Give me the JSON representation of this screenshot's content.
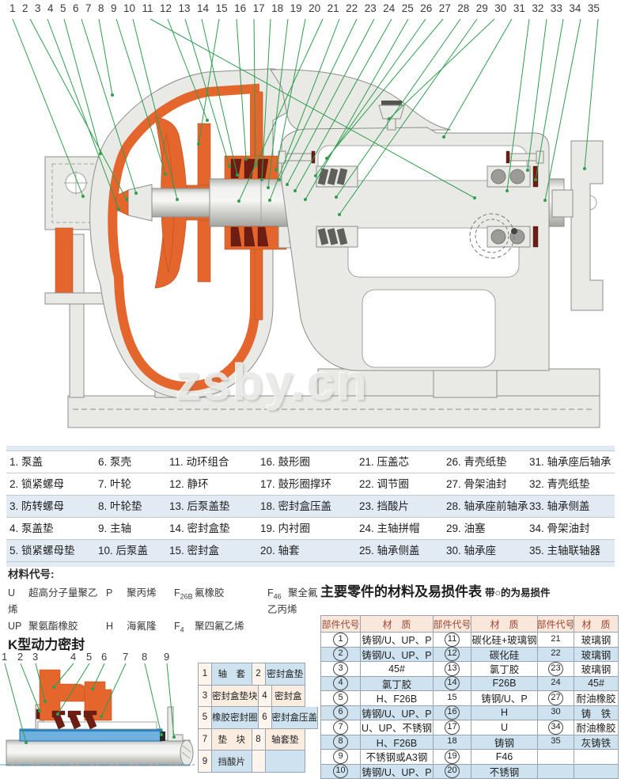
{
  "watermark": "zsby.cn",
  "drawing": {
    "numbers": [
      "1",
      "2",
      "3",
      "4",
      "5",
      "6",
      "7",
      "8",
      "9",
      "10",
      "11",
      "12",
      "13",
      "14",
      "15",
      "16",
      "17",
      "18",
      "19",
      "20",
      "21",
      "22",
      "23",
      "24",
      "25",
      "26",
      "27",
      "28",
      "29",
      "30",
      "31",
      "32",
      "33",
      "34",
      "35"
    ]
  },
  "parts_list": {
    "items": [
      "1. 泵盖",
      "2. 锁紧螺母",
      "3. 防转螺母",
      "4. 泵盖垫",
      "5. 锁紧螺母垫",
      "6. 泵壳",
      "7. 叶轮",
      "8. 叶轮垫",
      "9. 主轴",
      "10. 后泵盖",
      "11. 动环组合",
      "12. 静环",
      "13. 后泵盖垫",
      "14. 密封盒垫",
      "15. 密封盒",
      "16. 鼓形圈",
      "17. 鼓形圈撑环",
      "18. 密封盒压盖",
      "19. 内衬圈",
      "20. 轴套",
      "21. 压盖芯",
      "22. 调节圈",
      "23. 挡酸片",
      "24. 主轴拼帽",
      "25. 轴承侧盖",
      "26. 青壳纸垫",
      "27. 骨架油封",
      "28. 轴承座前轴承",
      "29. 油塞",
      "30. 轴承座",
      "31. 轴承座后轴承",
      "32. 青壳纸垫",
      "33. 轴承侧盖",
      "34. 骨架油封",
      "35. 主轴联轴器"
    ]
  },
  "materials": {
    "title": "材料代号:",
    "items": [
      {
        "sym": "U",
        "sub": "",
        "name": "超高分子量聚乙烯"
      },
      {
        "sym": "P",
        "sub": "",
        "name": "聚丙烯"
      },
      {
        "sym": "F",
        "sub": "26B",
        "name": "氟橡胶"
      },
      {
        "sym": "F",
        "sub": "46",
        "name": "聚全氟乙丙烯"
      },
      {
        "sym": "UP",
        "sub": "",
        "name": "聚氨酯橡胶"
      },
      {
        "sym": "H",
        "sub": "",
        "name": "海氟隆"
      },
      {
        "sym": "F",
        "sub": "4",
        "name": "聚四氟乙烯"
      }
    ]
  },
  "mat_table": {
    "title": "主要零件的材料及易损件表",
    "note": "带○的为易损件",
    "headers": [
      "部件代号",
      "材　质",
      "部件代号",
      "材　质",
      "部件代号",
      "材　质"
    ],
    "rows": [
      [
        {
          "code": "1",
          "circ": true,
          "mat": "铸钢/U、UP、P"
        },
        {
          "code": "11",
          "circ": true,
          "mat": "碳化硅+玻璃钢"
        },
        {
          "code": "21",
          "circ": false,
          "mat": "玻璃钢"
        }
      ],
      [
        {
          "code": "2",
          "circ": true,
          "mat": "铸钢/U、UP、P"
        },
        {
          "code": "12",
          "circ": true,
          "mat": "碳化硅"
        },
        {
          "code": "22",
          "circ": false,
          "mat": "玻璃钢"
        }
      ],
      [
        {
          "code": "3",
          "circ": true,
          "mat": "45#"
        },
        {
          "code": "13",
          "circ": true,
          "mat": "氯丁胶"
        },
        {
          "code": "23",
          "circ": true,
          "mat": "玻璃钢"
        }
      ],
      [
        {
          "code": "4",
          "circ": true,
          "mat": "氯丁胶"
        },
        {
          "code": "14",
          "circ": true,
          "mat": "F26B"
        },
        {
          "code": "24",
          "circ": false,
          "mat": "45#"
        }
      ],
      [
        {
          "code": "5",
          "circ": true,
          "mat": "H、F26B"
        },
        {
          "code": "15",
          "circ": false,
          "mat": "铸钢/U、P"
        },
        {
          "code": "27",
          "circ": true,
          "mat": "耐油橡胶"
        }
      ],
      [
        {
          "code": "6",
          "circ": true,
          "mat": "铸钢/U、UP、P"
        },
        {
          "code": "16",
          "circ": true,
          "mat": "H"
        },
        {
          "code": "30",
          "circ": false,
          "mat": "铸　铁"
        }
      ],
      [
        {
          "code": "7",
          "circ": true,
          "mat": "U、UP、不锈钢"
        },
        {
          "code": "17",
          "circ": true,
          "mat": "U"
        },
        {
          "code": "34",
          "circ": true,
          "mat": "耐油橡胶"
        }
      ],
      [
        {
          "code": "8",
          "circ": true,
          "mat": "H、F26B"
        },
        {
          "code": "18",
          "circ": false,
          "mat": "铸钢"
        },
        {
          "code": "35",
          "circ": false,
          "mat": "灰铸铁"
        }
      ],
      [
        {
          "code": "9",
          "circ": true,
          "mat": "不锈钢或A3钢"
        },
        {
          "code": "19",
          "circ": true,
          "mat": "F46"
        },
        {
          "code": "",
          "circ": false,
          "mat": ""
        }
      ],
      [
        {
          "code": "10",
          "circ": true,
          "mat": "铸钢/U、UP、P"
        },
        {
          "code": "20",
          "circ": true,
          "mat": "不锈钢"
        },
        {
          "code": "",
          "circ": false,
          "mat": ""
        }
      ]
    ]
  },
  "kseal": {
    "title": "K型动力密封",
    "numbers": [
      "1",
      "2",
      "3",
      "4",
      "5",
      "6",
      "7",
      "8",
      "9"
    ],
    "table_rows": [
      [
        {
          "n": "1",
          "t": "轴　套"
        },
        {
          "n": "2",
          "t": "密封盒垫"
        }
      ],
      [
        {
          "n": "3",
          "t": "密封盒垫块"
        },
        {
          "n": "4",
          "t": "密封盒"
        }
      ],
      [
        {
          "n": "5",
          "t": "橡胶密封圈"
        },
        {
          "n": "6",
          "t": "密封盒压盖"
        }
      ],
      [
        {
          "n": "7",
          "t": "垫　块"
        },
        {
          "n": "8",
          "t": "轴套垫"
        }
      ],
      [
        {
          "n": "9",
          "t": "挡酸片"
        },
        {
          "n": "",
          "t": ""
        }
      ]
    ]
  }
}
